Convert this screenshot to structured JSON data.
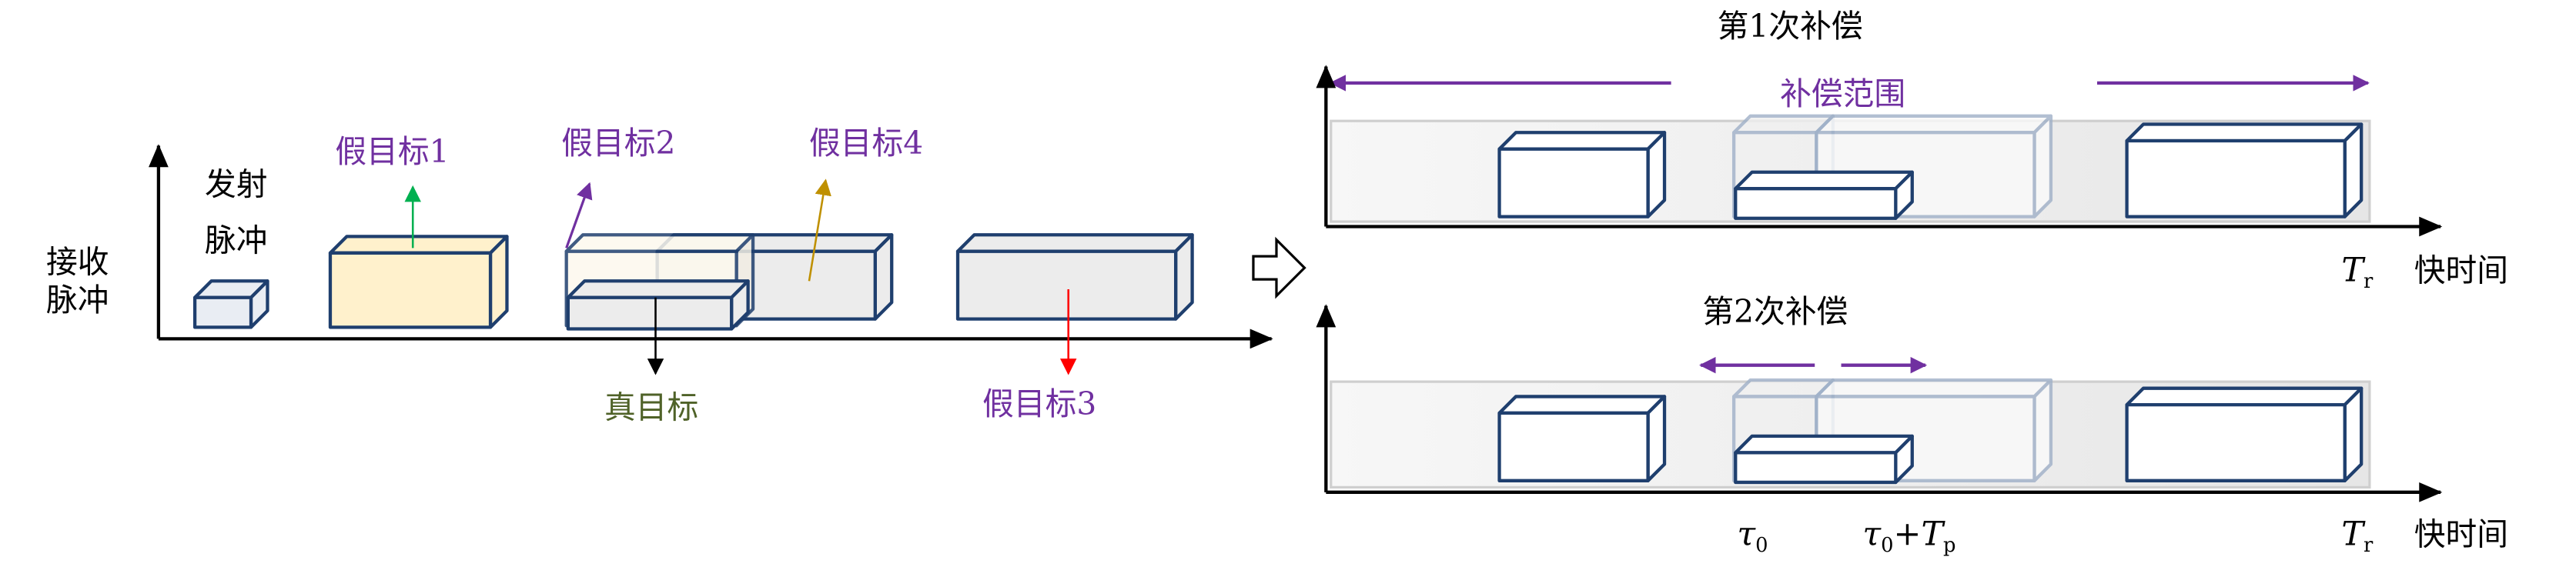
{
  "left_panel": {
    "y_axis_label_line1": "接收",
    "y_axis_label_line2": "脉冲",
    "tx_label_line1": "发射",
    "tx_label_line2": "脉冲",
    "false_target_1": "假目标1",
    "false_target_2": "假目标2",
    "false_target_3": "假目标3",
    "false_target_4": "假目标4",
    "true_target": "真目标"
  },
  "top_panel": {
    "title": "第1次补偿",
    "range_label": "补偿范围",
    "axis_end": "T",
    "axis_end_sub": "r",
    "x_label": "快时间"
  },
  "bottom_panel": {
    "title": "第2次补偿",
    "tau0": "τ",
    "tau0_sub": "0",
    "tau0_tp": "τ",
    "tau0_tp_sub": "0",
    "tau0_tp_plus": "+",
    "tau0_tp_T": "T",
    "tau0_tp_T_sub": "p",
    "axis_end": "T",
    "axis_end_sub": "r",
    "x_label": "快时间"
  },
  "colors": {
    "purple": "#7030a0",
    "green": "#00b050",
    "gold": "#bf9000",
    "red": "#ff0000",
    "true_target_text": "#4f6228",
    "box_stroke": "#1f3f6e"
  }
}
